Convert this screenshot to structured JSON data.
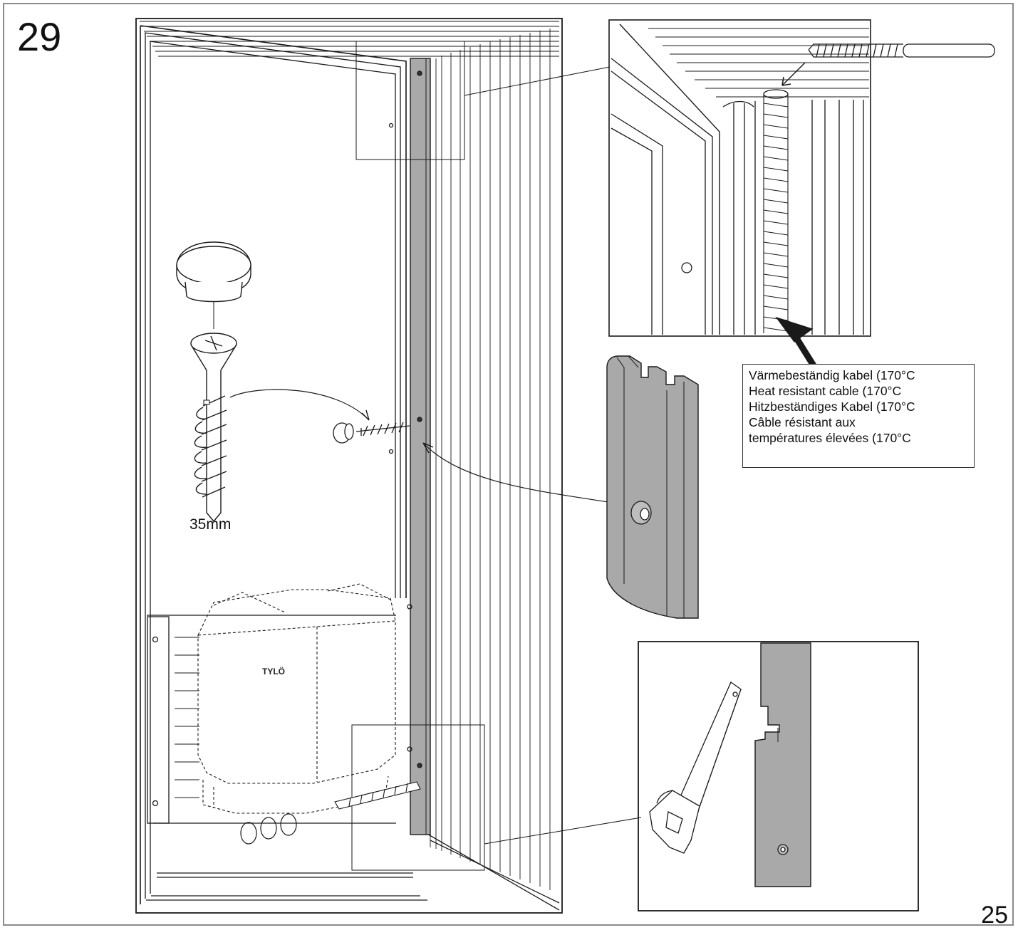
{
  "step_number": "29",
  "page_number": "25",
  "screw_length": "35mm",
  "heater_brand": "TYLÖ",
  "cable_note": {
    "lines": [
      "Värmebeständig kabel (170°C",
      "Heat resistant cable (170°C",
      "Hitzbeständiges Kabel (170°C",
      "Câble résistant aux",
      "températures élevées (170°C"
    ]
  },
  "colors": {
    "line": "#1a1a1a",
    "panel_gray": "#a9a9a9",
    "frame": "#8a8a8a"
  },
  "icons": [
    "screw-icon",
    "plug-cap-icon",
    "saw-icon",
    "heater-icon",
    "cable-conduit-icon"
  ]
}
